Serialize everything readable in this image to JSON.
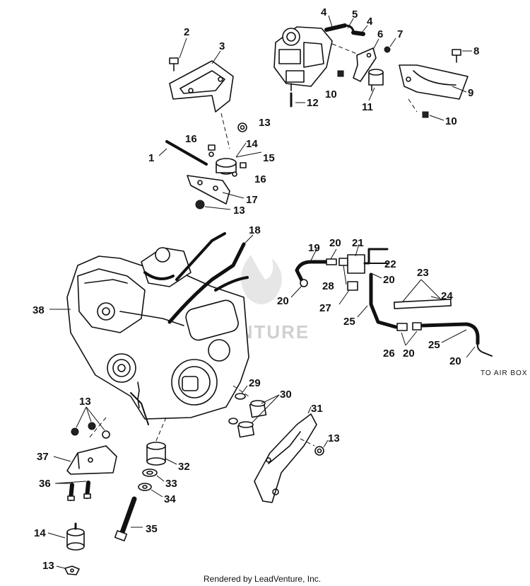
{
  "labels": {
    "l1": "1",
    "l2": "2",
    "l3": "3",
    "l4a": "4",
    "l4b": "4",
    "l5": "5",
    "l6": "6",
    "l7": "7",
    "l8": "8",
    "l9": "9",
    "l10a": "10",
    "l10b": "10",
    "l11": "11",
    "l12": "12",
    "l13a": "13",
    "l13b": "13",
    "l13c": "13",
    "l13d": "13",
    "l13e": "13",
    "l14a": "14",
    "l14b": "14",
    "l15": "15",
    "l16a": "16",
    "l16b": "16",
    "l17": "17",
    "l18": "18",
    "l19": "19",
    "l20a": "20",
    "l20b": "20",
    "l20c": "20",
    "l20d": "20",
    "l20e": "20",
    "l21": "21",
    "l22": "22",
    "l23": "23",
    "l24": "24",
    "l25a": "25",
    "l25b": "25",
    "l26": "26",
    "l27": "27",
    "l28": "28",
    "l29": "29",
    "l30": "30",
    "l31": "31",
    "l32": "32",
    "l33": "33",
    "l34": "34",
    "l35": "35",
    "l36": "36",
    "l37": "37",
    "l38": "38"
  },
  "note": "TO AIR BOX",
  "watermark": "VENTURE",
  "footer": "Rendered by LeadVenture, Inc."
}
